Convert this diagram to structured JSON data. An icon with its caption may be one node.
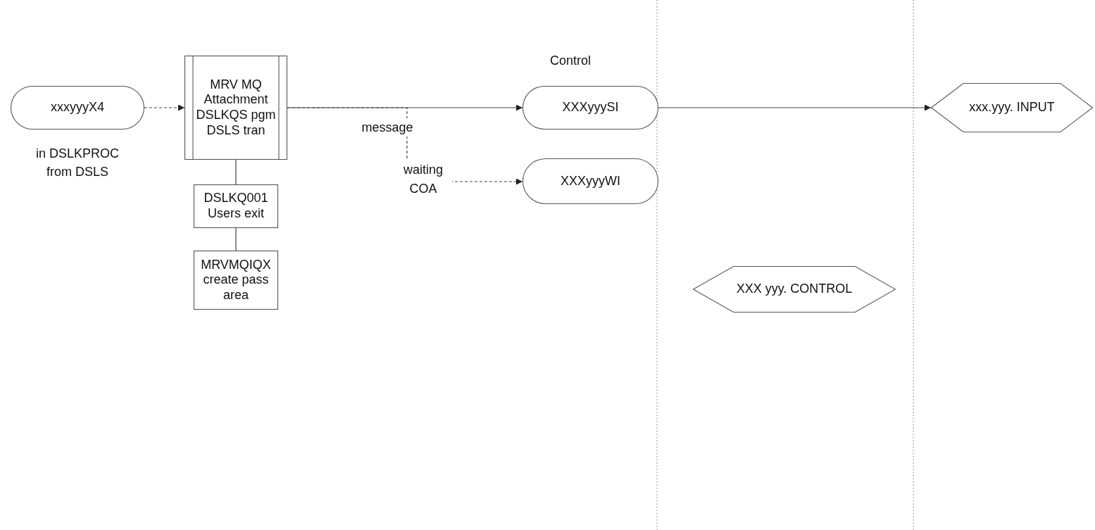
{
  "diagram": {
    "nodes": [
      {
        "text": [
          "xxxyyyX4"
        ],
        "beside": [
          "in DSLKPROC from DSLS"
        ]
      },
      {
        "text": [
          "MRV MQ Attachment DSLKQS pgm DSLS tran"
        ]
      },
      {
        "text": [
          "DSLKQ001 Users exit"
        ]
      },
      {
        "text": [
          "MRVMQIQX create pass area"
        ]
      },
      {
        "text": [
          "XXXyyySI"
        ],
        "beside": [
          "Control"
        ]
      },
      {
        "text": [
          "XXXyyyWI"
        ]
      },
      {
        "text": [
          "XXX yyy. CONTROL"
        ]
      },
      {
        "text": [
          "xxx.yyy. INPUT"
        ]
      }
    ],
    "edges": [
      {
        "from": 0,
        "to": 1,
        "arrow": "to",
        "style": "dashed"
      },
      {
        "from": 1,
        "to": 4,
        "arrow": "to"
      },
      {
        "from": 1,
        "to": 5,
        "arrow": "to",
        "label": "waiting COA",
        "style": "dashed"
      },
      {
        "from": 1,
        "to": 2,
        "arrow": "none"
      },
      {
        "from": 2,
        "to": 3,
        "arrow": "none"
      },
      {
        "from": 4,
        "to": 7,
        "arrow": "to"
      }
    ],
    "labels": [
      "message"
    ]
  }
}
